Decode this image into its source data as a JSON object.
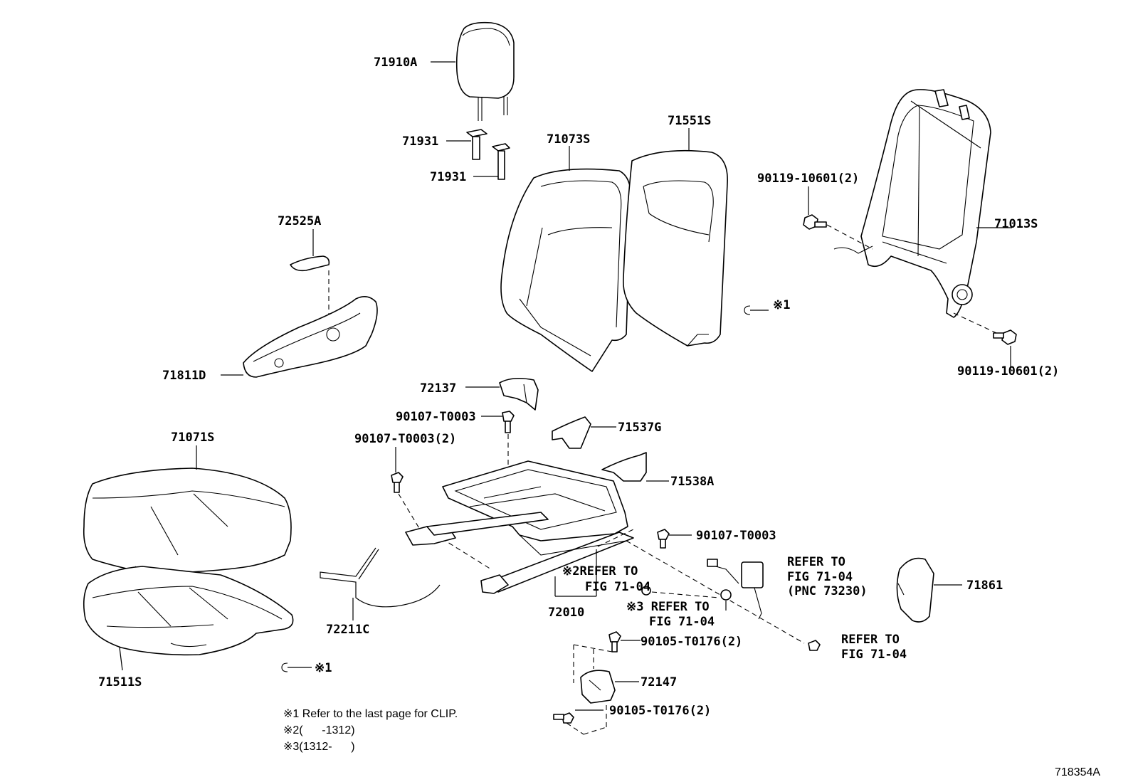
{
  "parts": {
    "p71910A": "71910A",
    "p71931a": "71931",
    "p71931b": "71931",
    "p71073S": "71073S",
    "p71551S": "71551S",
    "p72525A": "72525A",
    "p71811D": "71811D",
    "p9011910601a": "90119-10601(2)",
    "p71013S": "71013S",
    "p9011910601b": "90119-10601(2)",
    "p72137": "72137",
    "p90107T0003a": "90107-T0003",
    "p90107T0003b": "90107-T0003(2)",
    "p71537G": "71537G",
    "p71071S": "71071S",
    "p71538A": "71538A",
    "p90107T0003c": "90107-T0003",
    "p72010": "72010",
    "p72211C": "72211C",
    "p71511S": "71511S",
    "p90105T0176a": "90105-T0176(2)",
    "p72147": "72147",
    "p90105T0176b": "90105-T0176(2)",
    "p71861": "71861"
  },
  "refs": {
    "mark1a": "※1",
    "mark1b": "※1",
    "ref2_line1": "※2REFER TO",
    "ref2_line2": "FIG 71-04",
    "ref3_line1": "※3 REFER TO",
    "ref3_line2": "FIG 71-04",
    "refbelt_line1": "REFER TO",
    "refbelt_line2": "FIG 71-04",
    "refbelt_line3": "(PNC 73230)",
    "refnut_line1": "REFER TO",
    "refnut_line2": "FIG 71-04"
  },
  "notes": {
    "n1": "※1 Refer to the last page for CLIP.",
    "n2": "※2(      -1312)",
    "n3": "※3(1312-      )"
  },
  "figure_id": "718354A"
}
